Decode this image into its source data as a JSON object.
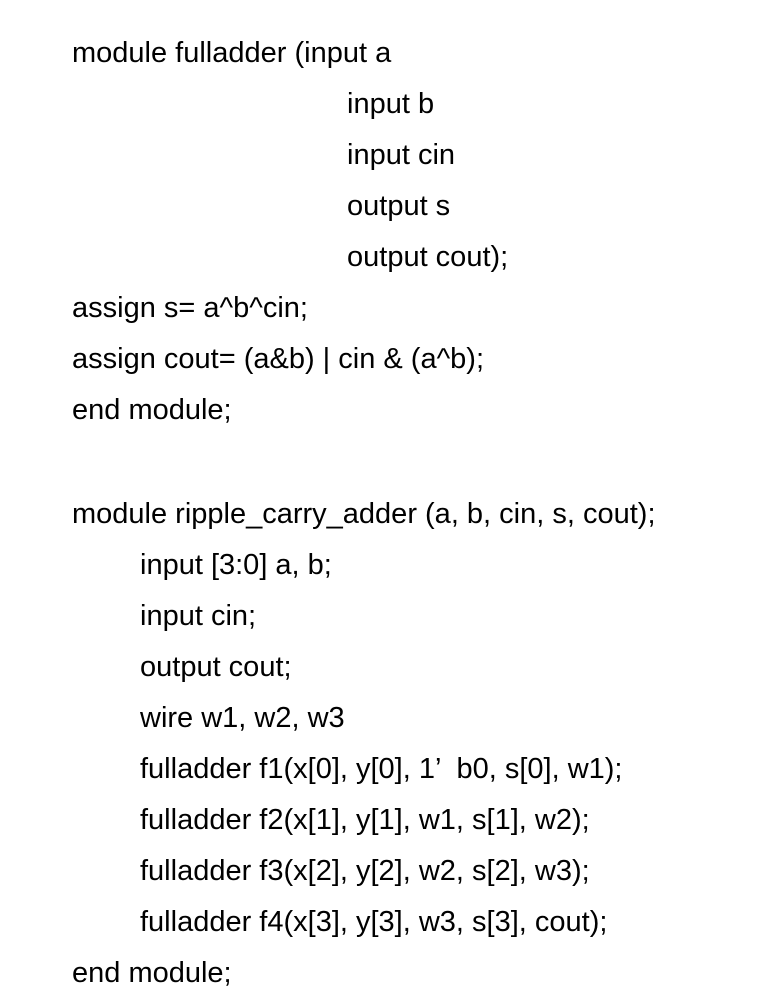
{
  "document": {
    "fulladder_module": {
      "header": "module fulladder (input a",
      "ports": [
        "input b",
        "input cin",
        "output s",
        "output cout);"
      ],
      "assign_s": "assign s= a^b^cin;",
      "assign_cout": "assign cout= (a&b) | cin & (a^b);",
      "end": "end module;"
    },
    "ripple_module": {
      "header": "module ripple_carry_adder (a, b, cin, s, cout);",
      "body": [
        "input [3:0] a, b;",
        "input cin;",
        "output cout;",
        "wire w1, w2, w3",
        "fulladder f1(x[0], y[0], 1’  b0, s[0], w1);",
        "fulladder f2(x[1], y[1], w1, s[1], w2);",
        "fulladder f3(x[2], y[2], w2, s[2], w3);",
        "fulladder f4(x[3], y[3], w3, s[3], cout);"
      ],
      "end": "end module;"
    }
  }
}
